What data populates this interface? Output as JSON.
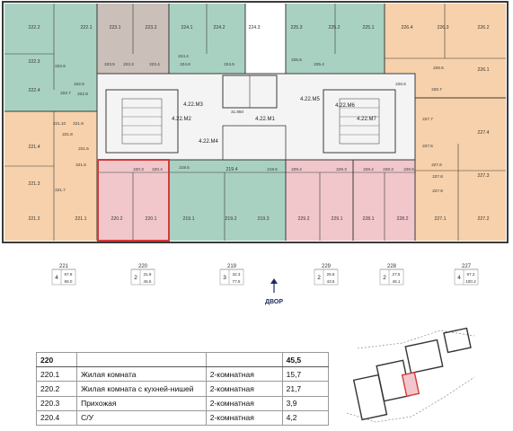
{
  "plan": {
    "rooms": [
      {
        "id": "r222_2",
        "label": "222.2"
      },
      {
        "id": "r222_1",
        "label": "222.1"
      },
      {
        "id": "r222_3",
        "label": "222.3"
      },
      {
        "id": "r222_6",
        "label": "222.6"
      },
      {
        "id": "r222_4",
        "label": "222.4"
      },
      {
        "id": "r222_5",
        "label": "222.5"
      },
      {
        "id": "r222_7",
        "label": "222.7"
      },
      {
        "id": "r222_8",
        "label": "222.8"
      },
      {
        "id": "r223_1",
        "label": "223.1"
      },
      {
        "id": "r223_2",
        "label": "223.2"
      },
      {
        "id": "r223_5",
        "label": "223.5"
      },
      {
        "id": "r223_3",
        "label": "223.3"
      },
      {
        "id": "r223_4",
        "label": "223.4"
      },
      {
        "id": "r224_1",
        "label": "224.1"
      },
      {
        "id": "r224_2",
        "label": "224.2"
      },
      {
        "id": "r224_3",
        "label": "224.3"
      },
      {
        "id": "r224_4",
        "label": "224.4"
      },
      {
        "id": "r224_5",
        "label": "224.5"
      },
      {
        "id": "r224_6",
        "label": "224.6"
      },
      {
        "id": "r225_3",
        "label": "225.3"
      },
      {
        "id": "r225_2",
        "label": "225.2"
      },
      {
        "id": "r225_1",
        "label": "225.1"
      },
      {
        "id": "r225_4",
        "label": "225.4"
      },
      {
        "id": "r225_5",
        "label": "225.5"
      },
      {
        "id": "r226_4",
        "label": "226.4"
      },
      {
        "id": "r226_3",
        "label": "226.3"
      },
      {
        "id": "r226_2",
        "label": "226.2"
      },
      {
        "id": "r226_5",
        "label": "226.5"
      },
      {
        "id": "r226_1",
        "label": "226.1"
      },
      {
        "id": "r226_6",
        "label": "226.6"
      },
      {
        "id": "r226_7",
        "label": "226.7"
      },
      {
        "id": "r227_7",
        "label": "227.7"
      },
      {
        "id": "r227_4",
        "label": "227.4"
      },
      {
        "id": "r227_5",
        "label": "227.5"
      },
      {
        "id": "r227_6",
        "label": "227.6"
      },
      {
        "id": "r227_8",
        "label": "227.8"
      },
      {
        "id": "r227_3",
        "label": "227.3"
      },
      {
        "id": "r227_9",
        "label": "227.9"
      },
      {
        "id": "r227_1",
        "label": "227.1"
      },
      {
        "id": "r227_2",
        "label": "227.2"
      },
      {
        "id": "r221_10",
        "label": "221.10"
      },
      {
        "id": "r221_9",
        "label": "221.9"
      },
      {
        "id": "r221_8",
        "label": "221.8"
      },
      {
        "id": "r221_4",
        "label": "221.4"
      },
      {
        "id": "r221_5",
        "label": "221.5"
      },
      {
        "id": "r221_6",
        "label": "221.6"
      },
      {
        "id": "r221_7",
        "label": "221.7"
      },
      {
        "id": "r221_3",
        "label": "221.3"
      },
      {
        "id": "r221_2",
        "label": "221.2"
      },
      {
        "id": "r221_1",
        "label": "221.1"
      },
      {
        "id": "r220_3",
        "label": "220.3"
      },
      {
        "id": "r220_4",
        "label": "220.4"
      },
      {
        "id": "r220_2",
        "label": "220.2"
      },
      {
        "id": "r220_1",
        "label": "220.1"
      },
      {
        "id": "r219_5",
        "label": "219.5"
      },
      {
        "id": "r219_4",
        "label": "219.4"
      },
      {
        "id": "r219_6",
        "label": "219.6"
      },
      {
        "id": "r219_1",
        "label": "219.1"
      },
      {
        "id": "r219_2",
        "label": "219.2"
      },
      {
        "id": "r219_3",
        "label": "219.3"
      },
      {
        "id": "r229_4",
        "label": "229.4"
      },
      {
        "id": "r229_3",
        "label": "229.3"
      },
      {
        "id": "r229_2",
        "label": "229.2"
      },
      {
        "id": "r229_1",
        "label": "229.1"
      },
      {
        "id": "r228_4",
        "label": "228.4"
      },
      {
        "id": "r228_3",
        "label": "228.3"
      },
      {
        "id": "r228_5",
        "label": "228.5"
      },
      {
        "id": "r228_1",
        "label": "228.1"
      },
      {
        "id": "r228_2",
        "label": "228.2"
      }
    ],
    "core": {
      "m1": "4.22.M1",
      "m2": "4.22.M2",
      "m3": "4.22.M3",
      "m4": "4.22.M4",
      "m5": "4.22.M5",
      "m6": "4.22.M6",
      "m7": "4.22.M7",
      "level": "31.850"
    },
    "apartments": [
      {
        "number": "221",
        "rooms": "4",
        "total": "97.8",
        "living": "98.0"
      },
      {
        "number": "220",
        "rooms": "2",
        "total": "31.9",
        "living": "45.5"
      },
      {
        "number": "219",
        "rooms": "3",
        "total": "32.3",
        "living": "77.5"
      },
      {
        "number": "229",
        "rooms": "2",
        "total": "25.6",
        "living": "43.5"
      },
      {
        "number": "228",
        "rooms": "2",
        "total": "27.5",
        "living": "46.1"
      },
      {
        "number": "227",
        "rooms": "4",
        "total": "97.2",
        "living": "100.2"
      }
    ],
    "yard_label": "ДВОР"
  },
  "table": {
    "head": {
      "apartment": "220",
      "total": "45,5"
    },
    "rows": [
      {
        "code": "220.1",
        "name": "Жилая комната",
        "type": "2-комнатная",
        "area": "15,7"
      },
      {
        "code": "220.2",
        "name": "Жилая комната с кухней-нишей",
        "type": "2-комнатная",
        "area": "21,7"
      },
      {
        "code": "220.3",
        "name": "Прихожая",
        "type": "2-комнатная",
        "area": "3,9"
      },
      {
        "code": "220.4",
        "name": "С/У",
        "type": "2-комнатная",
        "area": "4,2"
      }
    ]
  },
  "colors": {
    "green": "#a9d1c2",
    "grey": "#cbbfba",
    "orange": "#f7d1ab",
    "pink": "#f1c7cc",
    "highlight": "#d43a3a",
    "wall": "#3a3a3a",
    "navy": "#1c2a5a"
  }
}
